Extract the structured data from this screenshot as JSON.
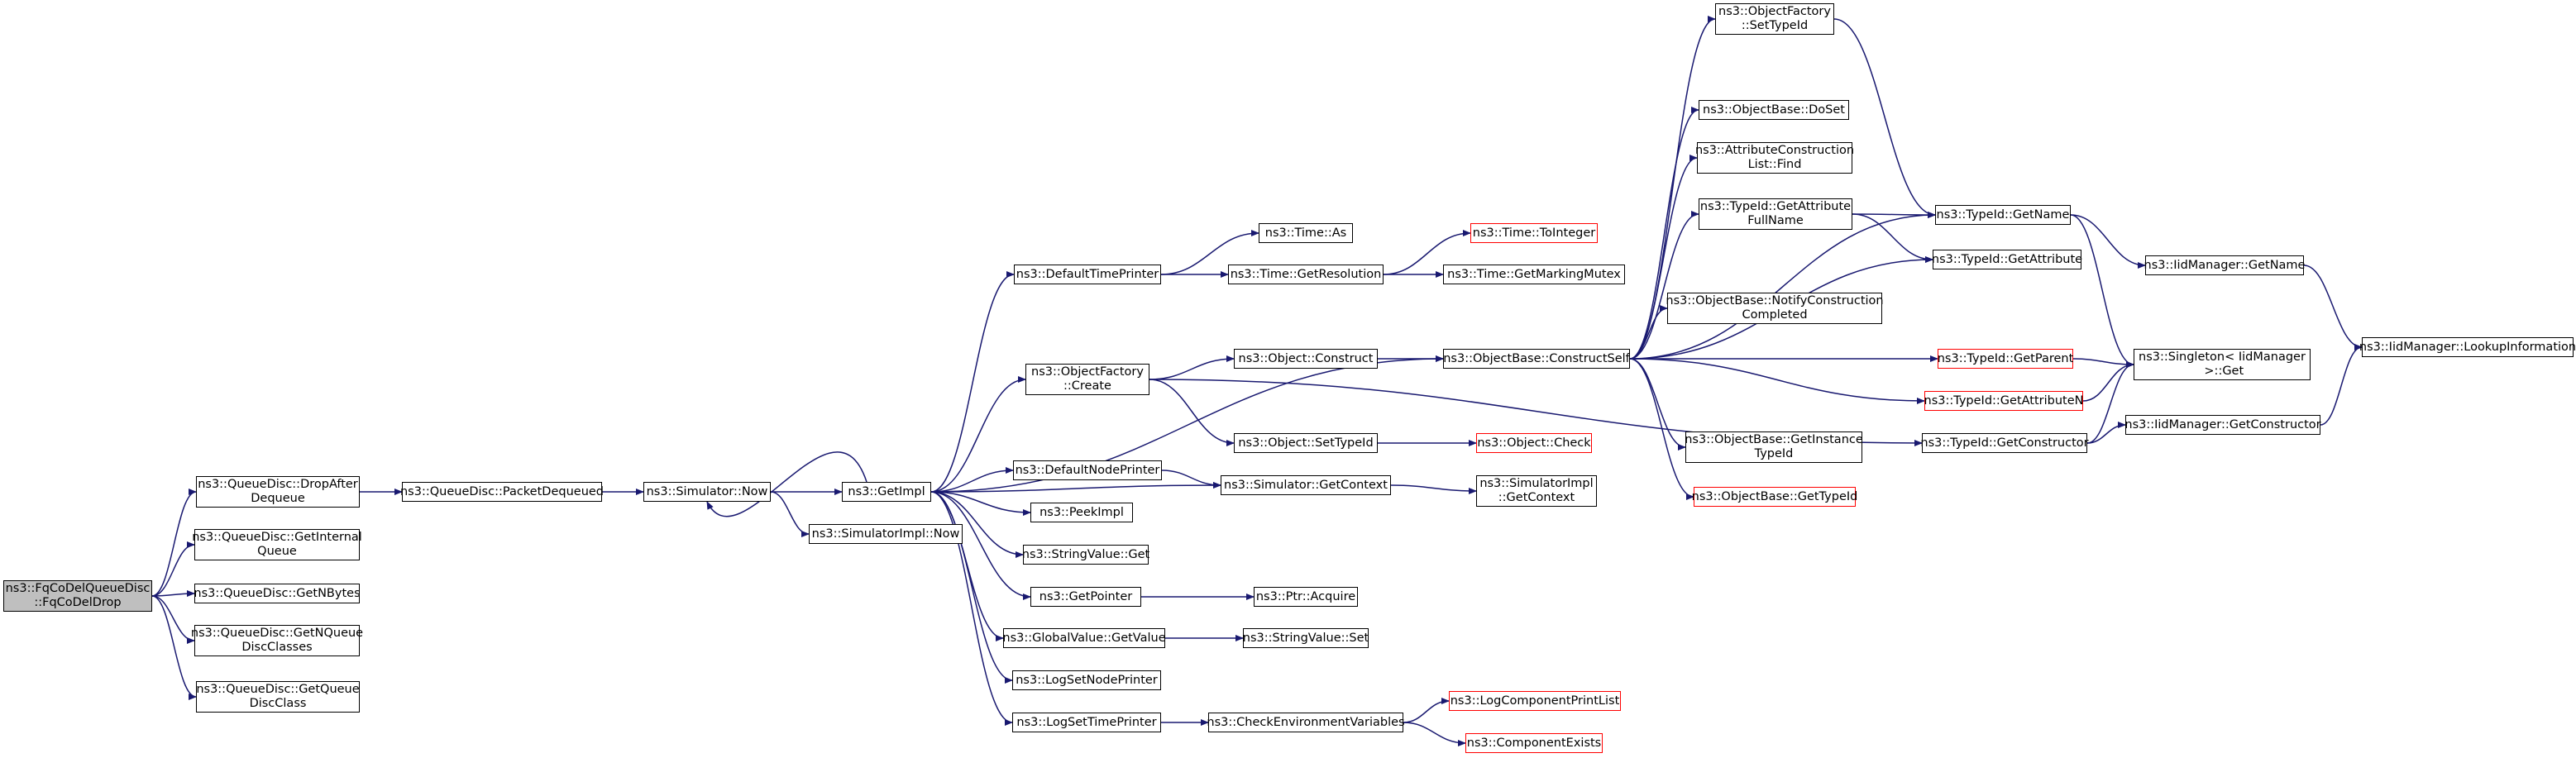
{
  "colors": {
    "edge": "#191970",
    "node_border": "#000000",
    "truncated_border": "#ff0000",
    "root_fill": "#bfbfbf"
  },
  "nodes": {
    "root": "ns3::FqCoDelQueueDisc\n::FqCoDelDrop",
    "drop_after_dequeue": "ns3::QueueDisc::DropAfter\nDequeue",
    "get_internal_queue": "ns3::QueueDisc::GetInternal\nQueue",
    "get_nbytes": "ns3::QueueDisc::GetNBytes",
    "get_nqueue_disc_classes": "ns3::QueueDisc::GetNQueue\nDiscClasses",
    "get_queue_disc_class": "ns3::QueueDisc::GetQueue\nDiscClass",
    "packet_dequeued": "ns3::QueueDisc::PacketDequeued",
    "simulator_now": "ns3::Simulator::Now",
    "get_impl": "ns3::GetImpl",
    "simulator_impl_now": "ns3::SimulatorImpl::Now",
    "default_time_printer": "ns3::DefaultTimePrinter",
    "object_factory_create": "ns3::ObjectFactory\n::Create",
    "default_node_printer": "ns3::DefaultNodePrinter",
    "peek_impl": "ns3::PeekImpl",
    "string_value_get": "ns3::StringValue::Get",
    "get_pointer": "ns3::GetPointer",
    "global_value_get_value": "ns3::GlobalValue::GetValue",
    "log_set_node_printer": "ns3::LogSetNodePrinter",
    "log_set_time_printer": "ns3::LogSetTimePrinter",
    "time_as": "ns3::Time::As",
    "time_get_resolution": "ns3::Time::GetResolution",
    "object_construct": "ns3::Object::Construct",
    "object_set_type_id": "ns3::Object::SetTypeId",
    "simulator_get_context": "ns3::Simulator::GetContext",
    "ptr_acquire": "ns3::Ptr::Acquire",
    "string_value_set": "ns3::StringValue::Set",
    "check_environment_variables": "ns3::CheckEnvironmentVariables",
    "time_to_integer": "ns3::Time::ToInteger",
    "time_get_marking_mutex": "ns3::Time::GetMarkingMutex",
    "object_base_construct_self": "ns3::ObjectBase::ConstructSelf",
    "object_check": "ns3::Object::Check",
    "simulator_impl_get_context": "ns3::SimulatorImpl\n::GetContext",
    "log_component_print_list": "ns3::LogComponentPrintList",
    "component_exists": "ns3::ComponentExists",
    "object_factory_set_type_id": "ns3::ObjectFactory\n::SetTypeId",
    "object_base_do_set": "ns3::ObjectBase::DoSet",
    "attribute_construction_list_find": "ns3::AttributeConstruction\nList::Find",
    "type_id_get_attribute_full_name": "ns3::TypeId::GetAttribute\nFullName",
    "object_base_notify_construction_completed": "ns3::ObjectBase::NotifyConstruction\nCompleted",
    "object_base_get_instance_type_id": "ns3::ObjectBase::GetInstance\nTypeId",
    "object_base_get_type_id": "ns3::ObjectBase::GetTypeId",
    "type_id_get_constructor": "ns3::TypeId::GetConstructor",
    "type_id_get_name": "ns3::TypeId::GetName",
    "type_id_get_attribute": "ns3::TypeId::GetAttribute",
    "type_id_get_parent": "ns3::TypeId::GetParent",
    "type_id_get_attribute_n": "ns3::TypeId::GetAttributeN",
    "iid_manager_get_name": "ns3::IidManager::GetName",
    "singleton_get": "ns3::Singleton< IidManager\n >::Get",
    "iid_manager_get_constructor": "ns3::IidManager::GetConstructor",
    "iid_manager_lookup_information": "ns3::IidManager::LookupInformation"
  }
}
